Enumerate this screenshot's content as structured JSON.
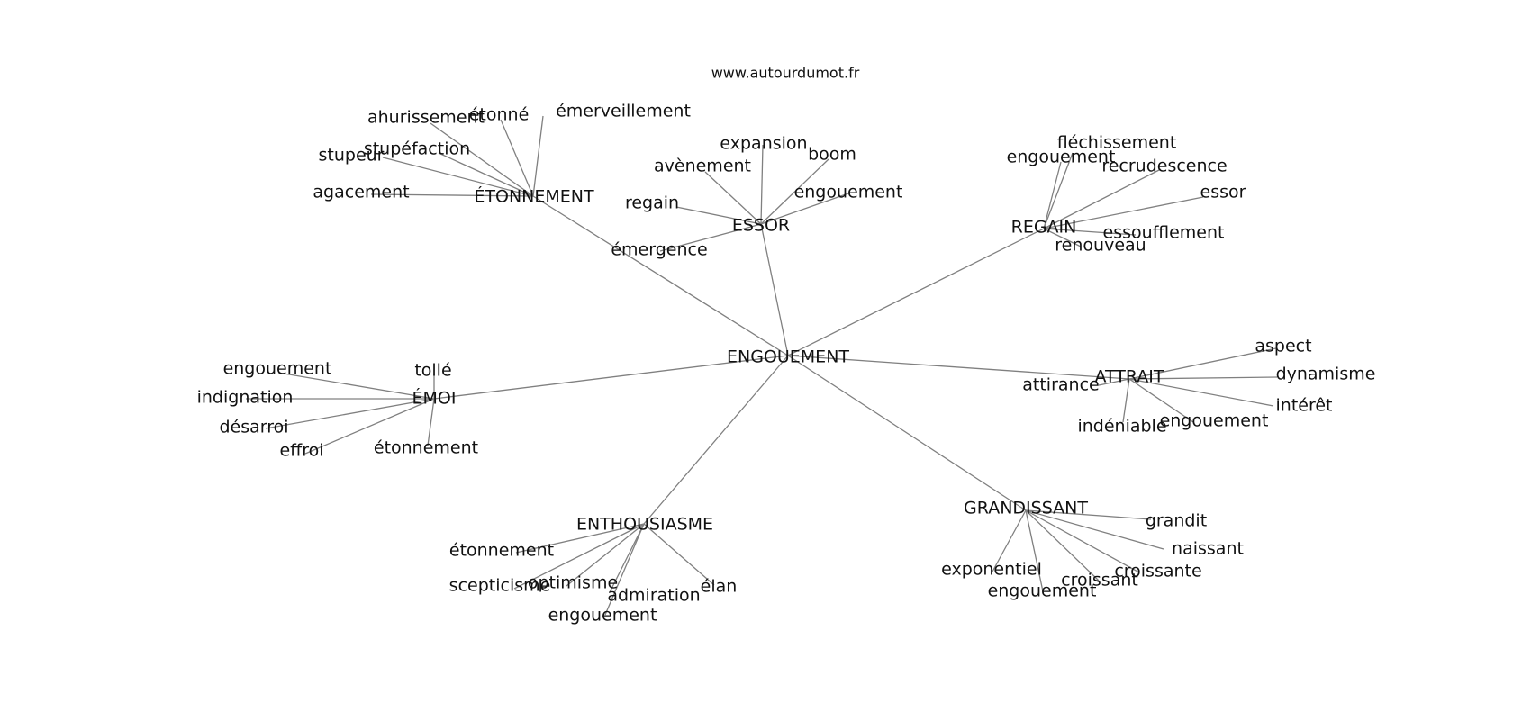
{
  "header": {
    "site": "www.autourdumot.fr"
  },
  "graph": {
    "center": "ENGOUEMENT",
    "clusters": [
      {
        "label": "ÉTONNEMENT",
        "leaves": [
          "ahurissement",
          "étonné",
          "émerveillement",
          "stupéfaction",
          "stupeur",
          "agacement"
        ]
      },
      {
        "label": "ESSOR",
        "leaves": [
          "expansion",
          "boom",
          "avènement",
          "engouement",
          "regain",
          "émergence"
        ]
      },
      {
        "label": "REGAIN",
        "leaves": [
          "fléchissement",
          "engouement",
          "recrudescence",
          "essor",
          "essoufflement",
          "renouveau"
        ]
      },
      {
        "label": "ÉMOI",
        "leaves": [
          "tollé",
          "engouement",
          "indignation",
          "désarroi",
          "effroi",
          "étonnement"
        ]
      },
      {
        "label": "ATTRAIT",
        "leaves": [
          "aspect",
          "dynamisme",
          "attirance",
          "intérêt",
          "engouement",
          "indéniable"
        ]
      },
      {
        "label": "ENTHOUSIASME",
        "leaves": [
          "étonnement",
          "scepticisme",
          "optimisme",
          "admiration",
          "élan",
          "engouement"
        ]
      },
      {
        "label": "GRANDISSANT",
        "leaves": [
          "grandit",
          "naissant",
          "exponentiel",
          "croissante",
          "croissant",
          "engouement"
        ]
      }
    ]
  }
}
